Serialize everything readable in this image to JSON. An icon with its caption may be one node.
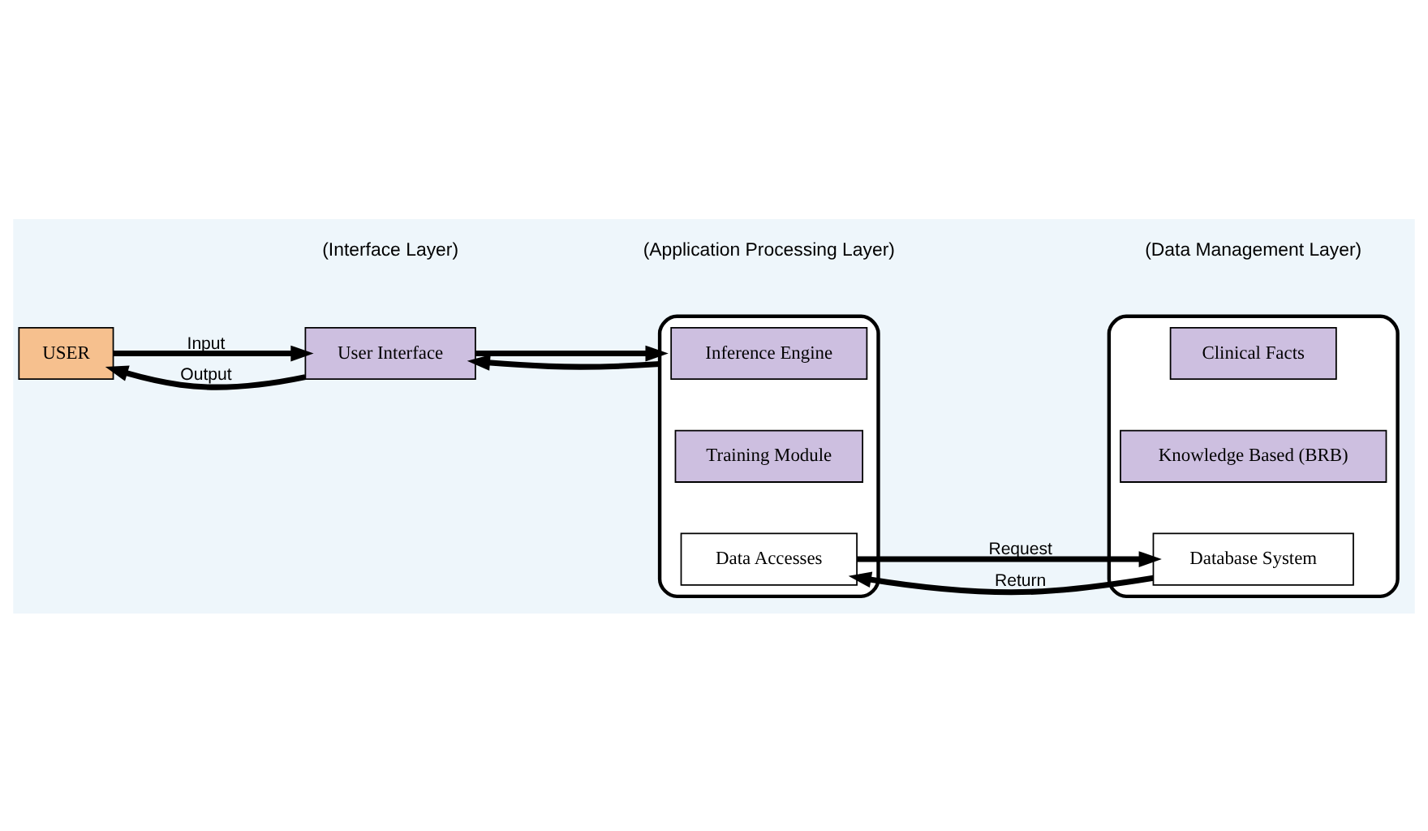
{
  "diagram": {
    "nodes": [
      {
        "text": [
          "User Interface"
        ]
      },
      {
        "text": [
          "USER"
        ]
      },
      {
        "text": [],
        "shape": "box"
      },
      {
        "text": [
          "Inference Engine"
        ],
        "in": 2
      },
      {
        "text": [
          "Training Module"
        ],
        "in": 2
      },
      {
        "text": [
          "Data Accesses"
        ],
        "in": 2
      },
      {
        "text": [],
        "shape": "box"
      },
      {
        "text": [
          "Clinical Facts"
        ],
        "in": 6
      },
      {
        "text": [
          "Knowledge Based (BRB)"
        ],
        "in": 6
      },
      {
        "text": [
          "Database System"
        ],
        "in": 6
      }
    ],
    "edges": [
      {
        "from": 0,
        "to": 2,
        "arrow": "to"
      },
      {
        "from": 2,
        "to": 0,
        "arrow": "to"
      },
      {
        "from": 1,
        "to": 0,
        "arrow": "to",
        "label": "Input"
      },
      {
        "from": 0,
        "to": 1,
        "arrow": "to",
        "label": "Output"
      },
      {
        "from": 5,
        "to": 9,
        "arrow": "to",
        "label": "Request"
      },
      {
        "from": 9,
        "to": 5,
        "arrow": "to",
        "label": "Return"
      }
    ],
    "labels": [
      "(Interface Layer)",
      "(Application Processing Layer)",
      "(Data Management Layer)"
    ]
  }
}
